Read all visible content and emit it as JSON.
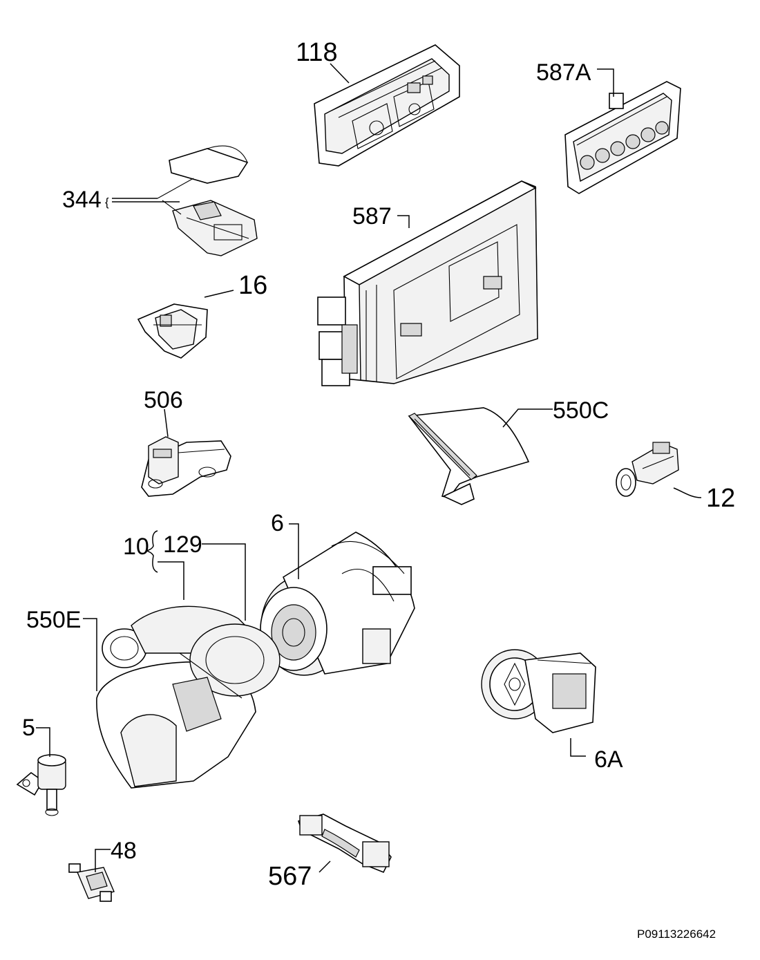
{
  "diagram": {
    "labels": {
      "l118": "118",
      "l587a": "587A",
      "l344": "344",
      "l587": "587",
      "l16": "16",
      "l506": "506",
      "l550c": "550C",
      "l12": "12",
      "l10": "10",
      "l129": "129",
      "l6": "6",
      "l550e": "550E",
      "l5": "5",
      "l6a": "6A",
      "l48": "48",
      "l567": "567"
    },
    "reference": "P09113226642"
  }
}
